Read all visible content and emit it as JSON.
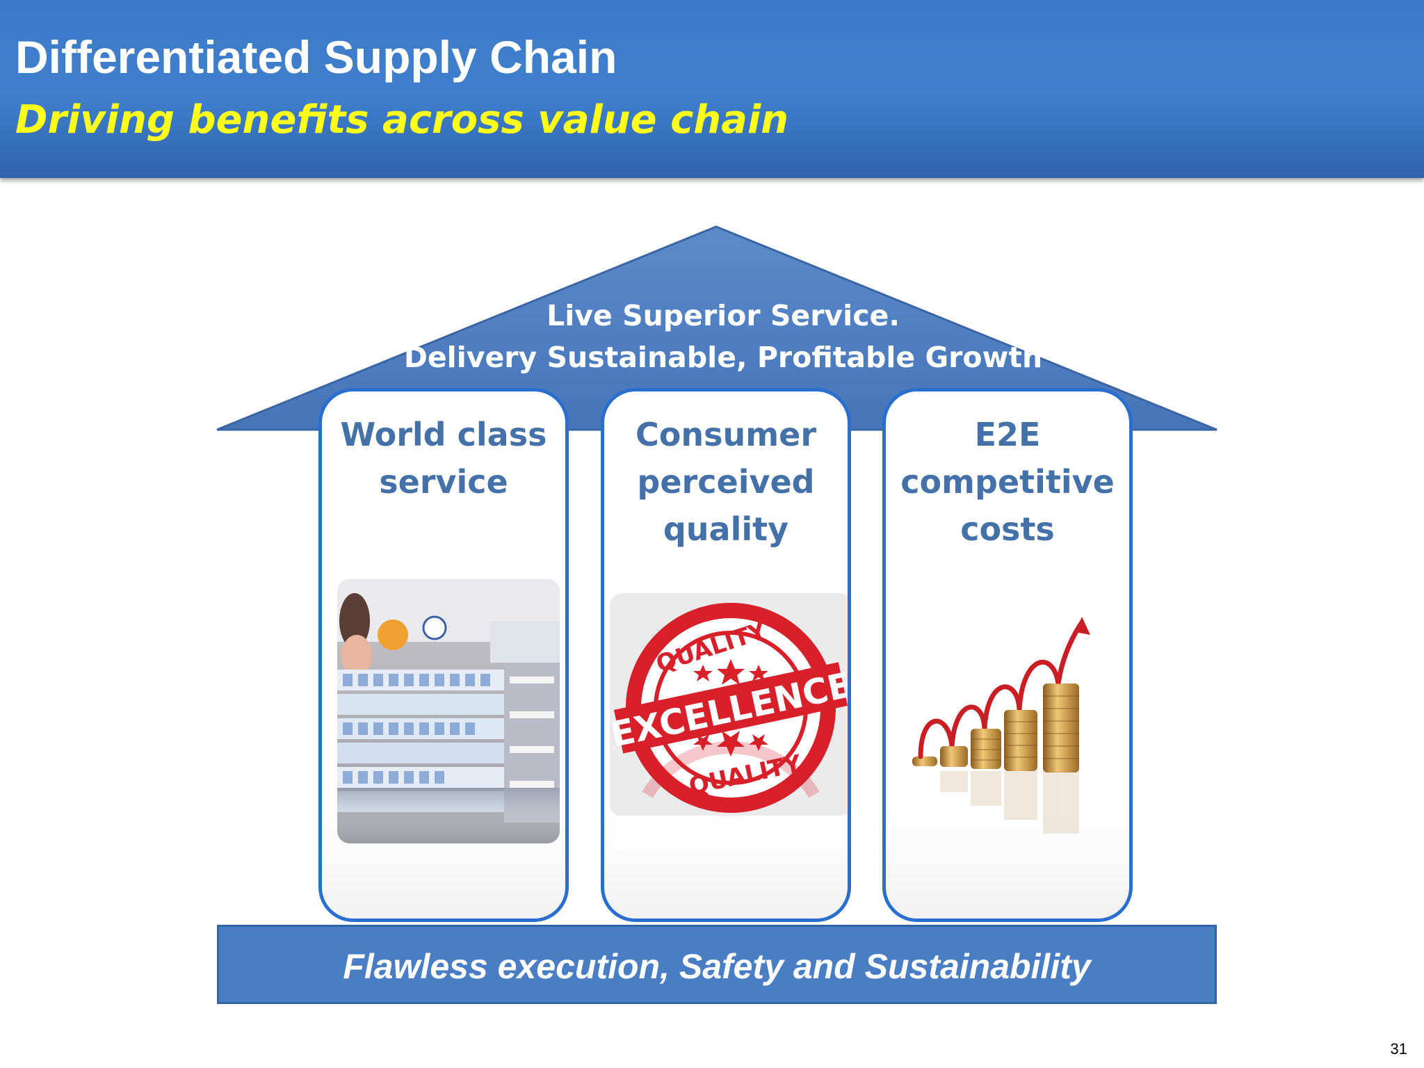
{
  "header": {
    "title": "Differentiated Supply Chain",
    "subtitle": "Driving benefits across value chain"
  },
  "roof": {
    "line1": "Live Superior Service.",
    "line2": "Delivery Sustainable, Profitable Growth"
  },
  "pillars": [
    {
      "label_lines": [
        "World class",
        "service"
      ],
      "image": "retail-shelf-photo"
    },
    {
      "label_lines": [
        "Consumer",
        "perceived",
        "quality"
      ],
      "image": "quality-excellence-stamp",
      "stamp": {
        "top_text": "QUALITY",
        "center_text": "EXCELLENCE",
        "bottom_text": "QUALITY"
      }
    },
    {
      "label_lines": [
        "E2E",
        "competitive",
        "costs"
      ],
      "image": "growing-coin-stacks-chart-icon"
    }
  ],
  "foundation": {
    "label": "Flawless execution, Safety and Sustainability"
  },
  "page_number": "31",
  "colors": {
    "header_blue": "#3b7bc9",
    "subtitle_yellow": "#ffff19",
    "roof_blue": "#4a7ec4",
    "pillar_border": "#2a6fd0",
    "pillar_text": "#4472a8",
    "stamp_red": "#d8202a"
  }
}
